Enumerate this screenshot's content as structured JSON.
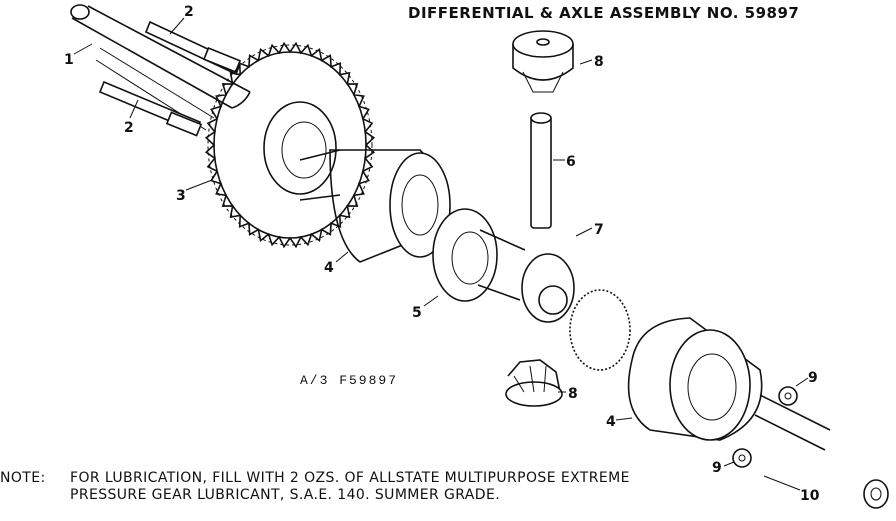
{
  "title": "DIFFERENTIAL & AXLE ASSEMBLY NO. 59897",
  "drawing_code": "A/3   F59897",
  "note": {
    "label": "NOTE:",
    "line1": "FOR LUBRICATION, FILL WITH 2 OZS. OF ALLSTATE MULTIPURPOSE EXTREME",
    "line2": "PRESSURE GEAR LUBRICANT, S.A.E. 140. SUMMER GRADE."
  },
  "callouts": {
    "c1": "1",
    "c2a": "2",
    "c2b": "2",
    "c3": "3",
    "c4a": "4",
    "c4b": "4",
    "c5": "5",
    "c6": "6",
    "c7": "7",
    "c8a": "8",
    "c8b": "8",
    "c9a": "9",
    "c9b": "9",
    "c10": "10"
  }
}
